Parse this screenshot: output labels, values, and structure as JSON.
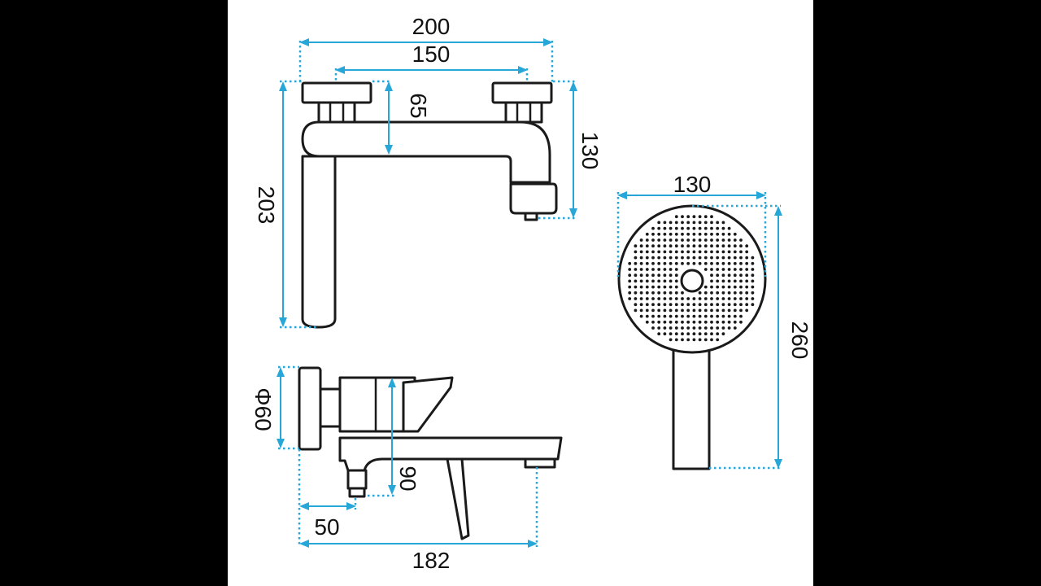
{
  "colors": {
    "background": "#000000",
    "sheet": "#ffffff",
    "dimension": "#27a7d8",
    "outline": "#1a1a1a"
  },
  "dimensions": {
    "top_total_width": "200",
    "top_inner_width": "150",
    "top_spout_offset": "65",
    "top_outlet_height": "130",
    "top_total_height": "203",
    "side_flange_diameter": "Φ60",
    "side_outlet_drop": "90",
    "side_outlet_offset": "50",
    "side_total_depth": "182",
    "shower_head_width": "130",
    "shower_total_length": "260"
  }
}
